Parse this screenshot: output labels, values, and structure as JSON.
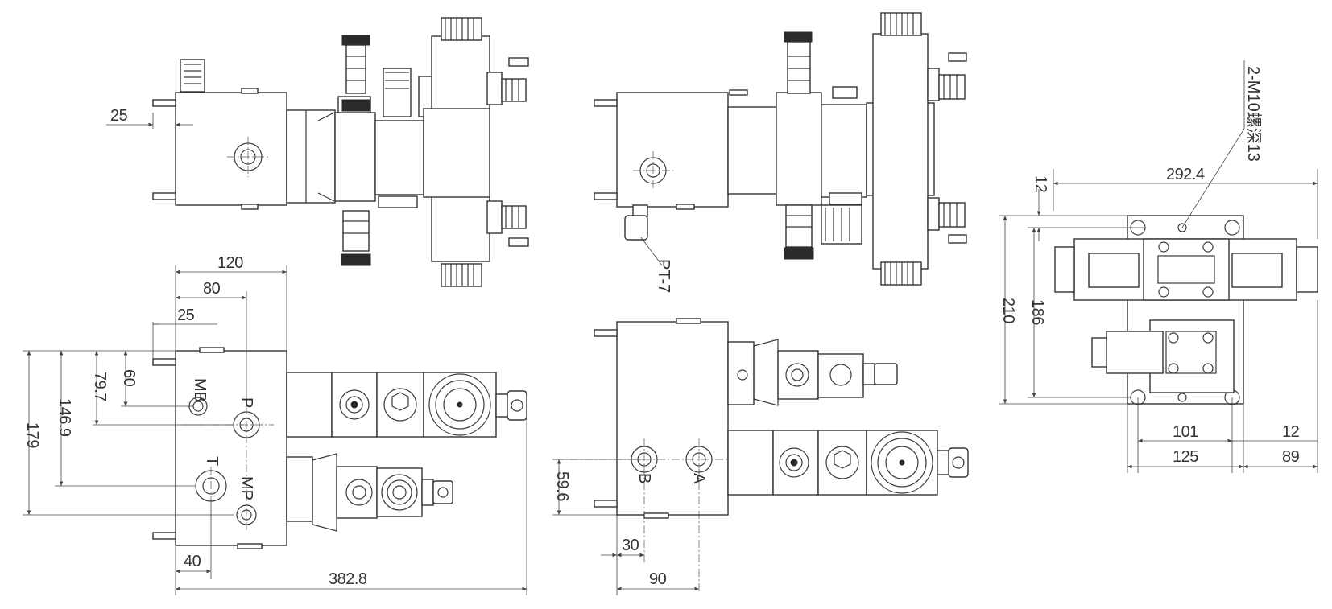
{
  "drawing": {
    "top_left": {
      "dims": {
        "d25": "25"
      }
    },
    "top_middle": {
      "labels": {
        "pt7": "PT-7"
      }
    },
    "bottom_left": {
      "dims": {
        "d120": "120",
        "d80": "80",
        "d25": "25",
        "d60": "60",
        "d79_7": "79.7",
        "d146_9": "146.9",
        "d179": "179",
        "d40": "40",
        "d382_8": "382.8"
      },
      "ports": {
        "mb": "MB",
        "p": "P",
        "t": "T",
        "mp": "MP"
      }
    },
    "bottom_middle": {
      "dims": {
        "d59_6": "59.6",
        "d30": "30",
        "d90": "90"
      },
      "ports": {
        "b": "B",
        "a": "A"
      }
    },
    "right_view": {
      "dims": {
        "d292_4": "292.4",
        "d12_top": "12",
        "d210": "210",
        "d186": "186",
        "d101": "101",
        "d125": "125",
        "d12_bottom": "12",
        "d89": "89"
      },
      "callout": "2-M10螺深13"
    }
  }
}
